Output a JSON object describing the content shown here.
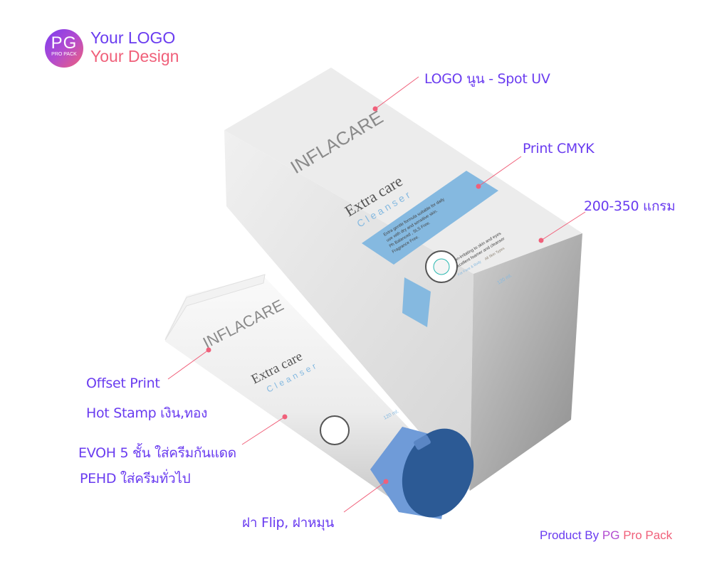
{
  "brand": {
    "logo_letters": "PG",
    "logo_sub": "PRO PACK",
    "line1": "Your LOGO",
    "line2": "Your Design"
  },
  "annotations": {
    "logo_spot_uv": "LOGO นูน - Spot UV",
    "print_cmyk": "Print CMYK",
    "paper_weight": "200-350 แกรม",
    "offset_print": "Offset Print",
    "hot_stamp": "Hot Stamp เงิน,ทอง",
    "evoh": "EVOH 5 ชั้น ใส่ครีมกันแดด",
    "pehd": "PEHD ใส่ครีมทั่วไป",
    "cap": "ฝา Flip, ฝาหมุน"
  },
  "product": {
    "brand_name": "INFLACARE",
    "title": "Extra care",
    "subtitle": "Cleanser",
    "desc": [
      "Extra gentle formula suitable for daily",
      "use with dry and sensitive skin.",
      "Ph Balanced , SLS Free.",
      "Fragrance Free."
    ],
    "feature1": "Non-irritating to skin and eyes",
    "feature2": "Excellent foamer and cleanser",
    "tag1": "For Face & Body",
    "tag2": "All Skin Types",
    "volume": "120 ml."
  },
  "footer": {
    "part1": "Product By",
    "part2": "PG",
    "part3": "Pro Pack"
  },
  "colors": {
    "accent_purple": "#6a3cf0",
    "accent_pink": "#f0607a",
    "label_blue": "#85b9e0",
    "cap_blue": "#2c5a95"
  }
}
